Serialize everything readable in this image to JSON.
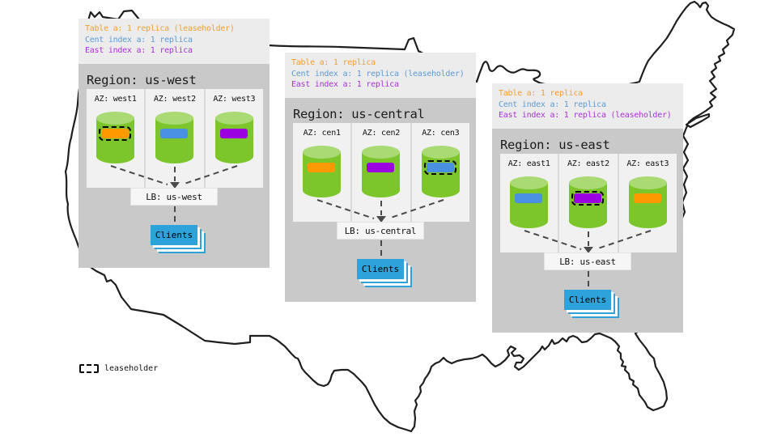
{
  "colors": {
    "orange_bar": "#FF9900",
    "blue_bar": "#4A90E2",
    "purple_bar": "#9A00E0",
    "legend_orange_text": "#F0A030",
    "legend_blue_text": "#5B9BD5",
    "legend_purple_text": "#A832D6",
    "clients_blue": "#2EA2DB",
    "cylinder_green": "#7CC62C",
    "cylinder_top_green": "#A9DA74"
  },
  "regions": [
    {
      "title": "Region: us-west",
      "legend": [
        "Table a: 1 replica (leaseholder)",
        "Cent index a: 1 replica",
        "East index a: 1 replica"
      ],
      "azs": [
        {
          "label": "AZ: west1",
          "bar": "orange",
          "leaseholder": true
        },
        {
          "label": "AZ: west2",
          "bar": "blue",
          "leaseholder": false
        },
        {
          "label": "AZ: west3",
          "bar": "purple",
          "leaseholder": false
        }
      ],
      "lb": "LB: us-west",
      "clients": "Clients"
    },
    {
      "title": "Region: us-central",
      "legend": [
        "Table a: 1 replica",
        "Cent index a: 1 replica (leaseholder)",
        "East index a: 1 replica"
      ],
      "azs": [
        {
          "label": "AZ: cen1",
          "bar": "orange",
          "leaseholder": false
        },
        {
          "label": "AZ: cen2",
          "bar": "purple",
          "leaseholder": false
        },
        {
          "label": "AZ: cen3",
          "bar": "blue",
          "leaseholder": true
        }
      ],
      "lb": "LB: us-central",
      "clients": "Clients"
    },
    {
      "title": "Region: us-east",
      "legend": [
        "Table a: 1 replica",
        "Cent index a: 1 replica",
        "East index a: 1 replica (leaseholder)"
      ],
      "azs": [
        {
          "label": "AZ: east1",
          "bar": "blue",
          "leaseholder": false
        },
        {
          "label": "AZ: east2",
          "bar": "purple",
          "leaseholder": true
        },
        {
          "label": "AZ: east3",
          "bar": "orange",
          "leaseholder": false
        }
      ],
      "lb": "LB: us-east",
      "clients": "Clients"
    }
  ],
  "map_key": {
    "label": "leaseholder"
  }
}
